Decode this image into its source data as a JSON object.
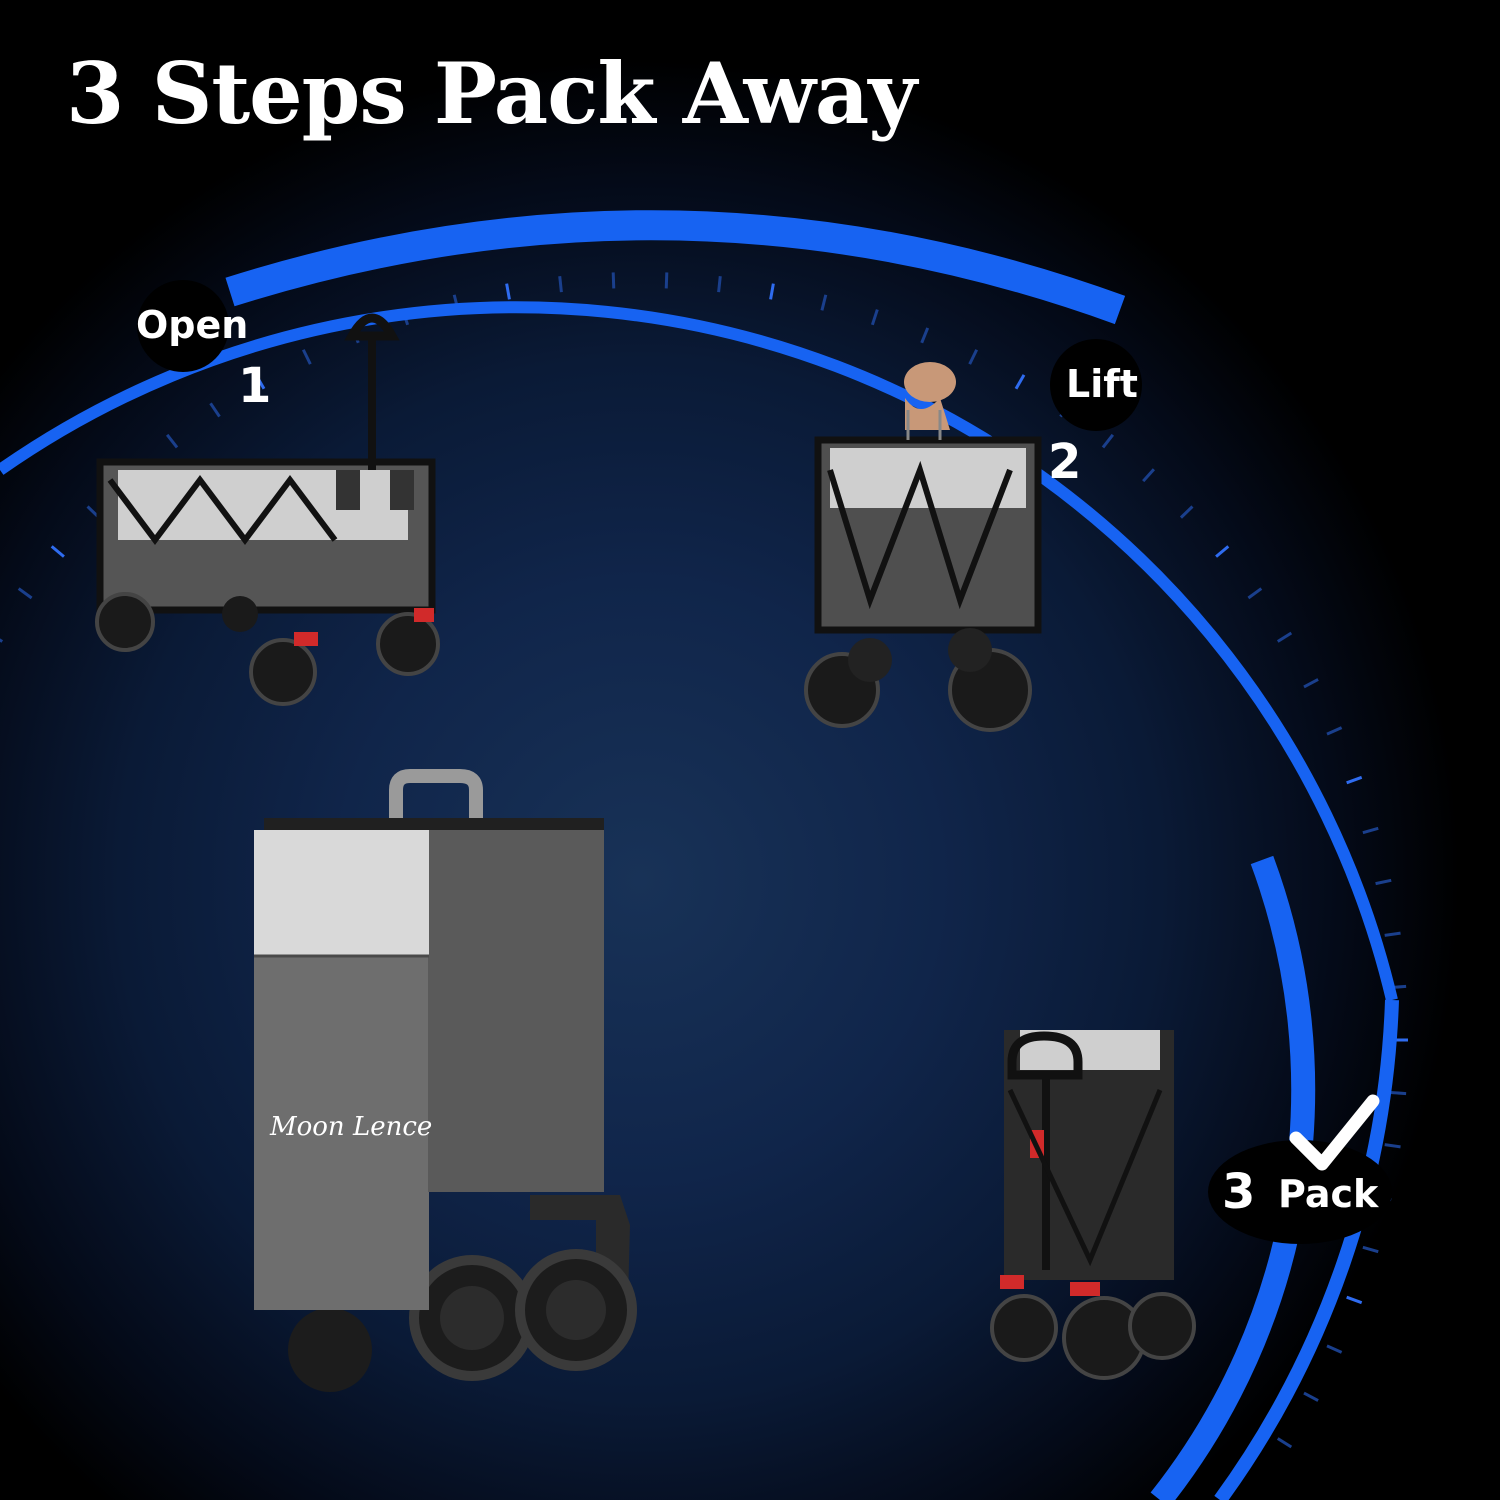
{
  "title": "3 Steps Pack Away",
  "steps": [
    {
      "number": "1",
      "label": "Open"
    },
    {
      "number": "2",
      "label": "Lift"
    },
    {
      "number": "3",
      "label": "Pack"
    }
  ],
  "brand": "Moon Lence",
  "colors": {
    "ring": "#1763f2",
    "background": "#000000",
    "glow": "#183257",
    "fabric": "#6e6e6e",
    "fabric_light": "#d9d9d9"
  },
  "icons": [
    "checkmark-icon"
  ]
}
